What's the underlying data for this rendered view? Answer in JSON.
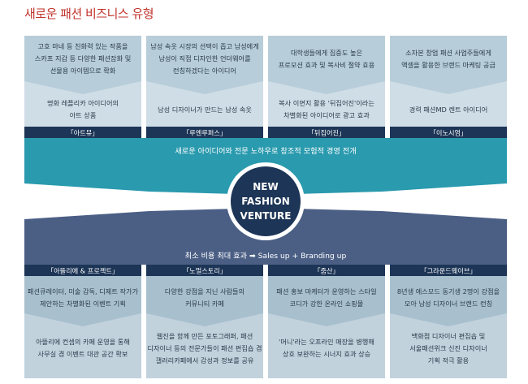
{
  "title": "새로운 패션 비즈니스 유형",
  "center": [
    "NEW",
    "FASHION",
    "VENTURE"
  ],
  "top_band": "새로운 아이디어와 전문 노하우로 창조적 모험적 경영 전개",
  "bottom_band_prefix": "최소 비용 최대 효과",
  "bottom_band_suffix": "Sales up + Branding up",
  "colors": {
    "title": "#c0332b",
    "teal": "#2a9aae",
    "navy": "#1d3556",
    "slate": "#4b5f85",
    "panel_top": "#b7cdd9",
    "panel_mid": "#cfdde6",
    "panel_bottom": "#a8c0ce",
    "panel_lower": "#c2d2dd"
  },
  "top_columns": [
    {
      "label": "「아트뮤」",
      "line1": [
        "고호 마네 등 친화력 있는 작품을",
        "스카프 지갑 등 다양한 패션잡화 및",
        "선물용 아이템으로 확화"
      ],
      "line2": [
        "명화 레플리카 아이디어의",
        "아트 상품"
      ]
    },
    {
      "label": "「루엔루퍼스」",
      "line1": [
        "남성 속옷 시장의 선택이 좁고 남성에게",
        "남성이 직접 디자인한 언더웨어를",
        "런칭하겠다는 아이디어"
      ],
      "line2": [
        "남성 디자이너가 만드는 남성 속옷"
      ]
    },
    {
      "label": "「뒤집어진」",
      "line1": [
        "대학생들에게 집중도 높은",
        "프로모션 효과 및 복사비 절약 효용"
      ],
      "line2": [
        "복사 이면지 활용 '뒤집어진'이라는",
        "차별화된 아이디어로 광고 효과"
      ]
    },
    {
      "label": "「이노시엄」",
      "line1": [
        "소자본 창업 패션 사업주들에게",
        "액셀을 활용한 브랜드 마케팅 공급"
      ],
      "line2": [
        "경력 패션MD 렌트 아이디어"
      ]
    }
  ],
  "bottom_columns": [
    {
      "label": "「아뜰리에 & 프로젝트」",
      "line1": [
        "패션큐레이터, 미술 감독, 디제트 작가가",
        "제안하는 차별화된 이벤트 기획"
      ],
      "line2": [
        "아뜰리에 컨셉의 카페 운영을 통해",
        "사무실 겸 이벤트 대관 공간 확보"
      ]
    },
    {
      "label": "「노멀스토리」",
      "line1": [
        "다양한 강점을 지닌 사람들의",
        "커뮤니티 카페"
      ],
      "line2": [
        "웹진을 함께 만든 포토그래퍼, 패션",
        "디자이너 등의 전문가들이 패션 편집숍 겸",
        "갤러리카페에서 감성과 정보를 공유"
      ]
    },
    {
      "label": "「줌산」",
      "line1": [
        "패션 홍보 마케터가 운영하는 스타일",
        "코디가 강한 온라인 쇼핑몰"
      ],
      "line2": [
        "'머니'라는 오프라인 매장을 병행해",
        "상호 보완하는 시너지 효과 상승"
      ]
    },
    {
      "label": "「그라운드웨이브」",
      "line1": [
        "8년생 에스모드 동기생 2명이 강점을",
        "모아 남성 디자이너 브랜드 런칭"
      ],
      "line2": [
        "백화점 디자이너 편집숍 및",
        "서울패션위크 신진 디자이너",
        "기획 적극 활용"
      ]
    }
  ]
}
